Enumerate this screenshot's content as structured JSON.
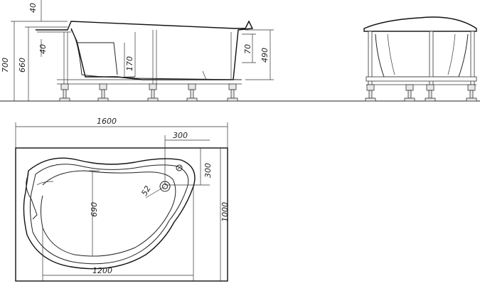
{
  "dimensions": {
    "side_height_total": "700",
    "side_height_rim": "660",
    "side_top_offset": "40",
    "side_inner_offset": "40",
    "side_depth": "490",
    "side_step": "70",
    "side_seat": "170",
    "plan_length": "1600",
    "plan_width": "1000",
    "plan_drain_x": "300",
    "plan_drain_y": "300",
    "plan_inner_length": "1200",
    "plan_inner_width": "690",
    "plan_drain_diameter": "52"
  }
}
